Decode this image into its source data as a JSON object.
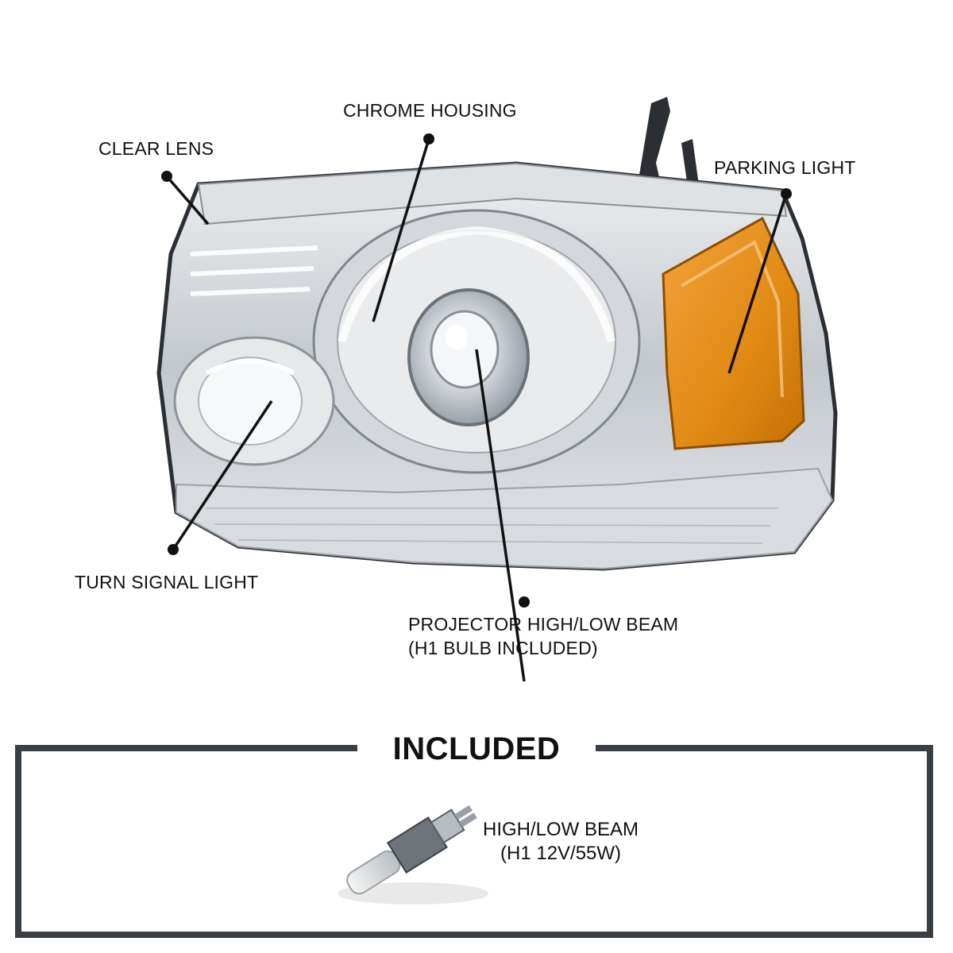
{
  "callouts": {
    "clear_lens": "CLEAR LENS",
    "chrome_housing": "CHROME HOUSING",
    "parking_light": "PARKING LIGHT",
    "turn_signal": "TURN SIGNAL LIGHT",
    "projector_line1": "PROJECTOR HIGH/LOW BEAM",
    "projector_line2": "(H1 BULB INCLUDED)"
  },
  "included": {
    "title": "INCLUDED",
    "item_line1": "HIGH/LOW BEAM",
    "item_line2": "(H1 12V/55W)"
  },
  "colors": {
    "amber": "#e08a14",
    "frame": "#3a3f43",
    "chrome": "#c9cdd2"
  }
}
